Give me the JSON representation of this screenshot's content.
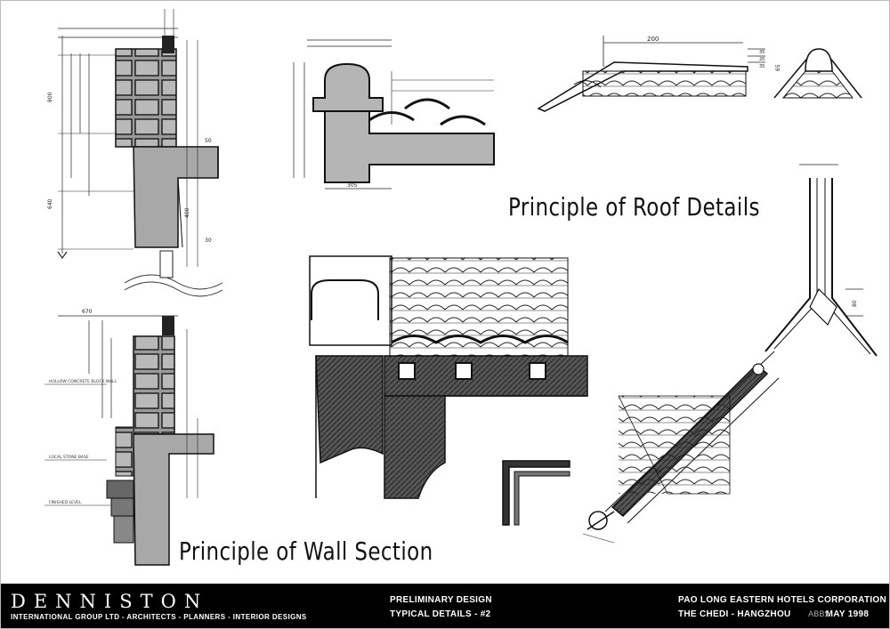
{
  "titles": {
    "roof": "Principle of Roof Details",
    "wall": "Principle of Wall Section"
  },
  "footer": {
    "brand": "DENNISTON",
    "brand_sub": "INTERNATIONAL GROUP LTD - ARCHITECTS - PLANNERS - INTERIOR DESIGNS",
    "stage": "PRELIMINARY DESIGN",
    "sheet": "TYPICAL DETAILS - #2",
    "client": "PAO LONG EASTERN HOTELS CORPORATION",
    "project": "THE CHEDI - HANGZHOU",
    "date": "MAY 1998",
    "watermark": "ABBS"
  },
  "dims": {
    "ridge_width": "200",
    "roof_a": "35",
    "roof_b": "20",
    "roof_c": "35",
    "roof_d": "65",
    "detail_305": "305",
    "wall_640": "640",
    "wall_670": "670",
    "wall_800": "800",
    "valley_80": "80"
  },
  "notes": {
    "wall_note1": "HOLLOW CONCRETE BLOCK WALL",
    "wall_note2": "LOCAL STONE BASE",
    "wall_note3": "FINISHED LEVEL"
  }
}
